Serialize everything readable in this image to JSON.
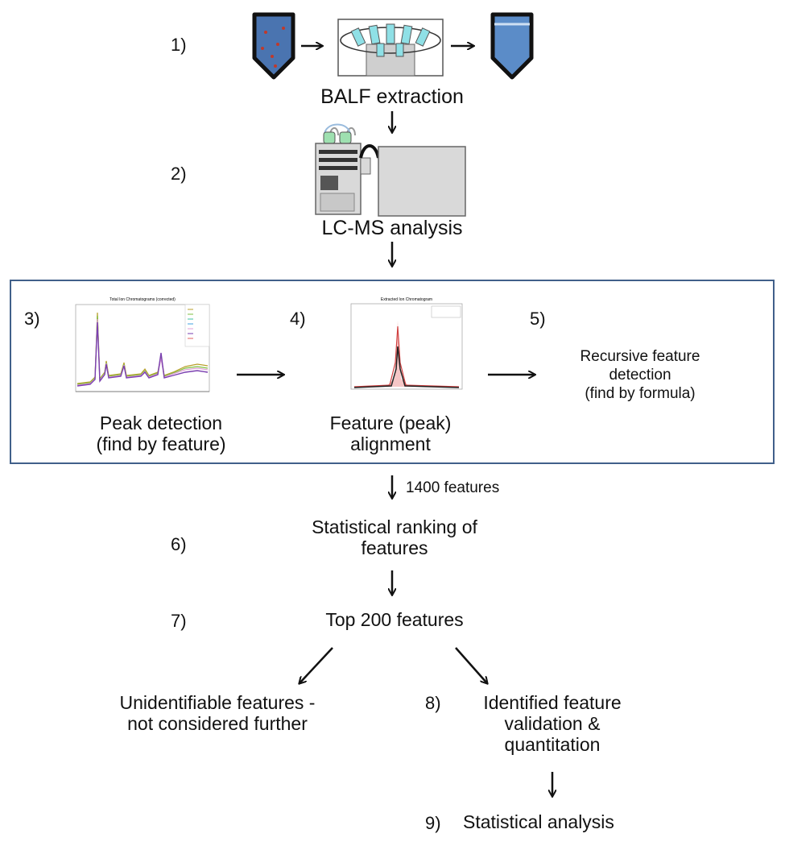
{
  "steps": {
    "s1": "1)",
    "s2": "2)",
    "s3": "3)",
    "s4": "4)",
    "s5": "5)",
    "s6": "6)",
    "s7": "7)",
    "s8": "8)",
    "s9": "9)"
  },
  "labels": {
    "balf_extraction": "BALF extraction",
    "lcms_analysis": "LC-MS analysis",
    "peak_detection": [
      "Peak detection",
      "(find by feature)"
    ],
    "feature_alignment": [
      "Feature (peak)",
      "alignment"
    ],
    "recursive_detection": [
      "Recursive feature",
      "detection",
      "(find by formula)"
    ],
    "feature_count": "1400 features",
    "statistical_ranking": [
      "Statistical ranking of",
      "features"
    ],
    "top_features": "Top 200 features",
    "unidentifiable": [
      "Unidentifiable features -",
      "not considered further"
    ],
    "identified": [
      "Identified feature",
      "validation &",
      "quantitation"
    ],
    "statistical_analysis": "Statistical analysis"
  },
  "thumbnails": {
    "tic_title": "Total Ion Chromatograms (corrected)",
    "eic_title": "Extracted Ion Chromatogram"
  },
  "colors": {
    "tube_fill": "#5b8cc8",
    "panel_border": "#41608a",
    "instrument_gray": "#d9d9d9",
    "tube_cap": "#7fd8d8"
  }
}
